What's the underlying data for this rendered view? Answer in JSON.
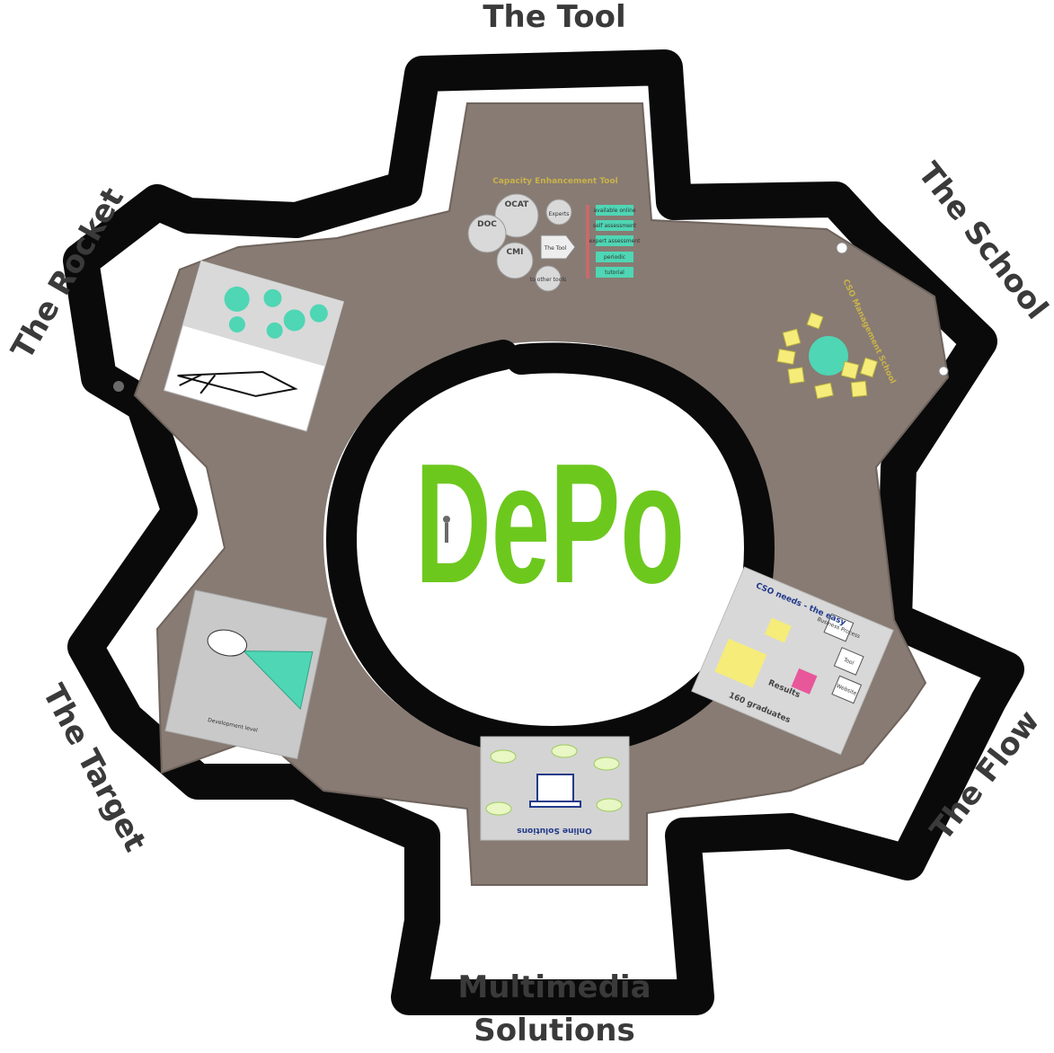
{
  "center": {
    "title": "DePo"
  },
  "segments": {
    "top": "The Tool",
    "top_right": "The School",
    "bottom_right": "The Flow",
    "bottom_line1": "Multimedia",
    "bottom_line2": "Solutions",
    "bottom_left": "The Target",
    "top_left": "The Rocket"
  },
  "tool_slide": {
    "title": "Capacity Enhancement Tool",
    "nodes": [
      "OCAT",
      "DOC",
      "CMI",
      "Experts",
      "The Tool",
      "to other tools"
    ],
    "boxes": [
      "available online",
      "self assessment",
      "expert assessment",
      "periodic",
      "tutorial"
    ]
  },
  "school_slide": {
    "title": "CSO Management School"
  },
  "flow_slide": {
    "boxes": [
      "Business Process",
      "Tool",
      "Website"
    ],
    "caption": "160 graduates",
    "results": "Results",
    "banner": "CSO needs - the easy"
  },
  "multimedia_slide": {
    "title": "Online Solutions"
  },
  "target_slide": {
    "caption": "Development level"
  },
  "colors": {
    "gear_fill": "#877b73",
    "gear_outline": "#0a0a0a",
    "accent_green": "#6dc81e",
    "teal": "#4fd6b4",
    "sticky_yellow": "#f5ec7a"
  }
}
